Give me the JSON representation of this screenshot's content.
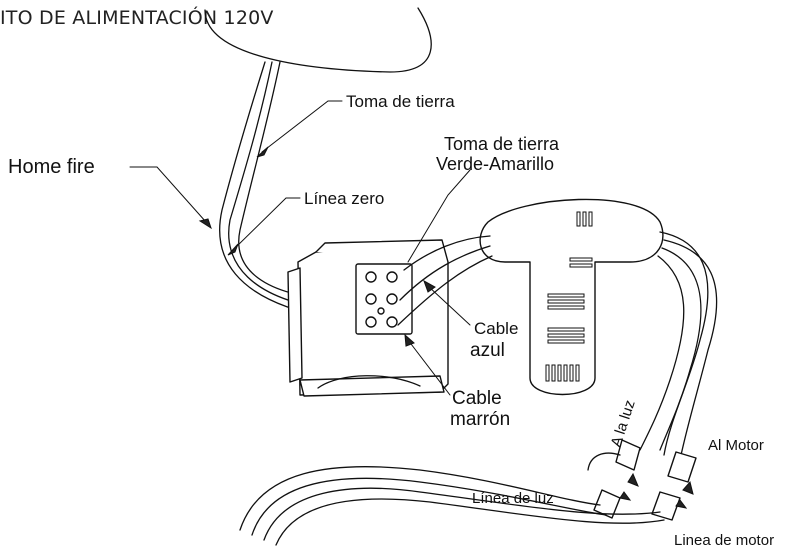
{
  "title": "ITO DE ALIMENTACIÓN 120V",
  "labels": {
    "ground_top": "Toma de tierra",
    "home_fire": "Home fire",
    "zero_line": "Línea zero",
    "ground_green_yellow_1": "Toma de tierra",
    "ground_green_yellow_2": "Verde-Amarillo",
    "blue_cable_1": "Cable",
    "blue_cable_2": "azul",
    "brown_cable_1": "Cable",
    "brown_cable_2": "marrón",
    "to_light": "A la luz",
    "to_motor": "Al Motor",
    "light_line": "Línea de luz",
    "motor_line": "Linea de motor"
  }
}
